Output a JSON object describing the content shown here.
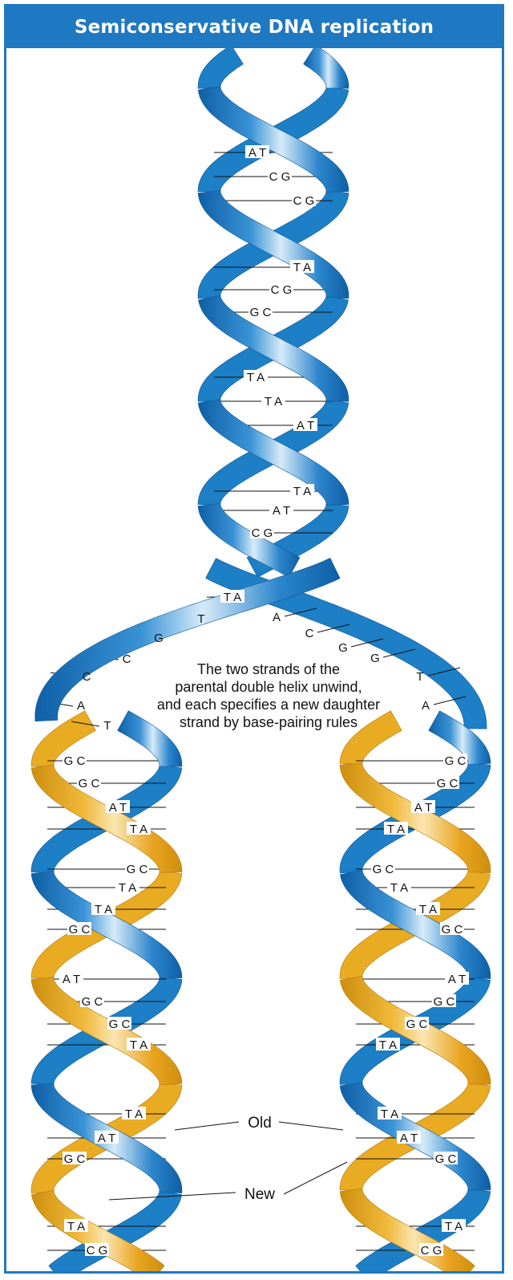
{
  "title": "Semiconservative DNA replication",
  "caption": [
    "The two strands of the",
    "parental double helix unwind,",
    "and each specifies a new daughter",
    "strand by base-pairing rules"
  ],
  "labels": {
    "old": "Old",
    "new": "New"
  },
  "colors": {
    "old_strand": "#1d7fc6",
    "new_strand": "#e9ab22",
    "frame": "#1e78c2"
  },
  "parental_pairs": [
    "A T",
    "C G",
    "C G",
    "T A",
    "C G",
    "G C",
    "T A",
    "T A",
    "A T",
    "T A",
    "A T",
    "C G",
    "T A"
  ],
  "fork_left_bases": [
    "T",
    "G",
    "C",
    "C",
    "A",
    "T"
  ],
  "fork_right_bases": [
    "A",
    "C",
    "G",
    "G",
    "T",
    "A"
  ],
  "left_daughter_pairs": [
    "G C",
    "G C",
    "A T",
    "T A",
    "G C",
    "T A",
    "T A",
    "G C",
    "A T",
    "G C",
    "G C",
    "T A",
    "T A",
    "A T",
    "G C",
    "T A",
    "C G"
  ],
  "right_daughter_pairs": [
    "G C",
    "G C",
    "A T",
    "T A",
    "G C",
    "T A",
    "T A",
    "G C",
    "A T",
    "G C",
    "G C",
    "T A",
    "T A",
    "A T",
    "G C",
    "T A",
    "C G"
  ]
}
